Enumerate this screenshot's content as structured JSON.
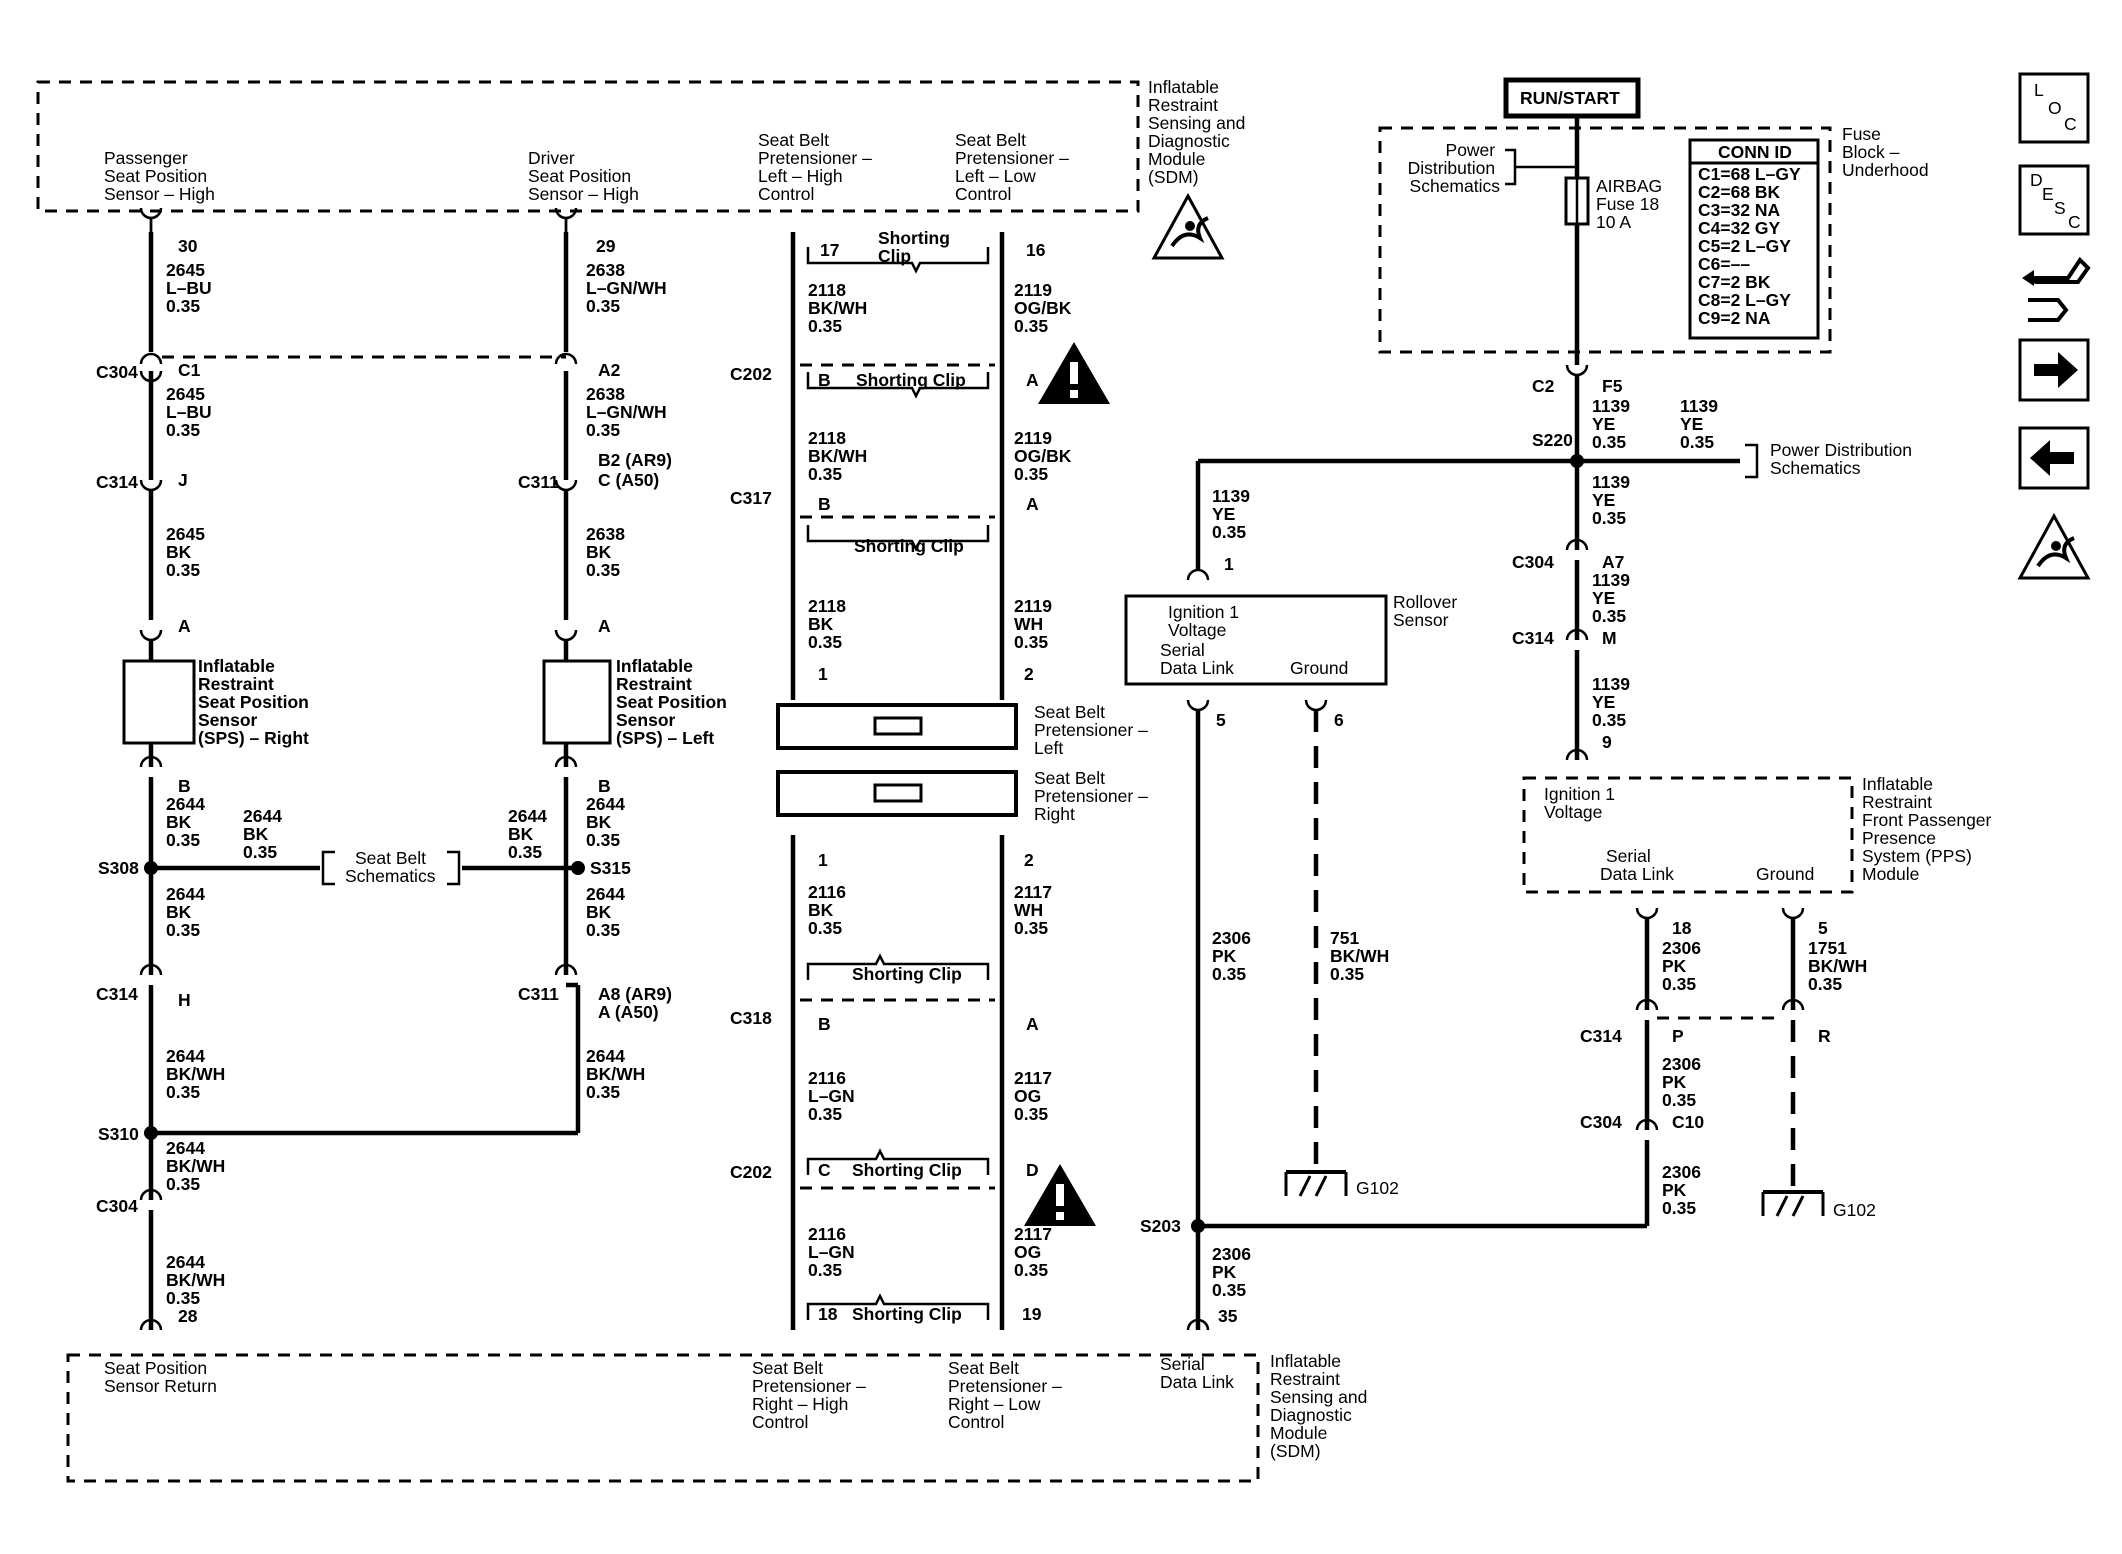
{
  "sdm_top": {
    "title_lines": [
      "Inflatable",
      "Restraint",
      "Sensing and",
      "Diagnostic",
      "Module",
      "(SDM)"
    ],
    "pins": [
      {
        "lines": [
          "Passenger",
          "Seat Position",
          "Sensor – High"
        ]
      },
      {
        "lines": [
          "Driver",
          "Seat Position",
          "Sensor – High"
        ]
      },
      {
        "lines": [
          "Seat Belt",
          "Pretensioner –",
          "Left – High",
          "Control"
        ]
      },
      {
        "lines": [
          "Seat Belt",
          "Pretensioner –",
          "Left – Low",
          "Control"
        ]
      }
    ]
  },
  "sdm_bottom": {
    "title_lines": [
      "Inflatable",
      "Restraint",
      "Sensing and",
      "Diagnostic",
      "Module",
      "(SDM)"
    ],
    "pins": [
      {
        "lines": [
          "Seat Position",
          "Sensor Return"
        ]
      },
      {
        "lines": [
          "Seat Belt",
          "Pretensioner –",
          "Right – High",
          "Control"
        ]
      },
      {
        "lines": [
          "Seat Belt",
          "Pretensioner –",
          "Right – Low",
          "Control"
        ]
      },
      {
        "lines": [
          "Serial",
          "Data Link"
        ]
      }
    ]
  },
  "run_start": "RUN/START",
  "fuse_block": {
    "title_lines": [
      "Fuse",
      "Block –",
      "Underhood"
    ],
    "power_dist_lines": [
      "Power",
      "Distribution",
      "Schematics"
    ],
    "fuse_lines": [
      "AIRBAG",
      "Fuse 18",
      "10 A"
    ],
    "conn_id": {
      "title": "CONN ID",
      "rows": [
        "C1=68 L–GY",
        "C2=68 BK",
        "C3=32 NA",
        "C4=32 GY",
        "C5=2 L–GY",
        "C6=––",
        "C7=2 BK",
        "C8=2 L–GY",
        "C9=2 NA"
      ]
    }
  },
  "sps_right": [
    "Inflatable",
    "Restraint",
    "Seat Position",
    "Sensor",
    "(SPS) – Right"
  ],
  "sps_left": [
    "Inflatable",
    "Restraint",
    "Seat Position",
    "Sensor",
    "(SPS) – Left"
  ],
  "seat_belt_schematics": [
    "Seat Belt",
    "Schematics"
  ],
  "pretensioner_left": [
    "Seat Belt",
    "Pretensioner –",
    "Left"
  ],
  "pretensioner_right": [
    "Seat Belt",
    "Pretensioner –",
    "Right"
  ],
  "rollover": {
    "title_lines": [
      "Rollover",
      "Sensor"
    ],
    "inner": [
      "Ignition 1",
      "Voltage",
      "Serial",
      "Data Link",
      "Ground"
    ]
  },
  "pps": {
    "title_lines": [
      "Inflatable",
      "Restraint",
      "Front Passenger",
      "Presence",
      "System (PPS)",
      "Module"
    ],
    "inner": [
      "Ignition 1",
      "Voltage",
      "Serial",
      "Data Link",
      "Ground"
    ]
  },
  "power_distribution_right": [
    "Power Distribution",
    "Schematics"
  ],
  "shorting_clip": "Shorting Clip",
  "shorting_clip_top": [
    "Shorting",
    "Clip"
  ],
  "grounds": [
    "G102",
    "G102"
  ],
  "wire_labels": [
    {
      "key": "w1",
      "lines": [
        "30",
        "2645",
        "L–BU",
        "0.35"
      ]
    },
    {
      "key": "w2",
      "lines": [
        "29",
        "2638",
        "L–GN/WH",
        "0.35"
      ]
    },
    {
      "key": "w3",
      "lines": [
        "C1",
        "2645",
        "L–BU",
        "0.35"
      ]
    },
    {
      "key": "w4",
      "lines": [
        "A2",
        "2638",
        "L–GN/WH",
        "0.35",
        "B2 (AR9)"
      ]
    },
    {
      "key": "w5",
      "lines": [
        "J",
        "2645",
        "BK",
        "0.35"
      ]
    },
    {
      "key": "w6",
      "lines": [
        "C (A50)",
        "2638",
        "BK",
        "0.35"
      ]
    },
    {
      "key": "w7",
      "lines": [
        "2644",
        "BK",
        "0.35"
      ]
    },
    {
      "key": "w8",
      "lines": [
        "2644",
        "BK",
        "0.35"
      ]
    },
    {
      "key": "w9",
      "lines": [
        "2644",
        "BK",
        "0.35"
      ]
    },
    {
      "key": "w10",
      "lines": [
        "2644",
        "BK",
        "0.35"
      ]
    },
    {
      "key": "w11",
      "lines": [
        "2644",
        "BK",
        "0.35"
      ]
    },
    {
      "key": "w12",
      "lines": [
        "2644",
        "BK",
        "0.35"
      ]
    },
    {
      "key": "w13",
      "lines": [
        "2644",
        "BK/WH",
        "0.35"
      ]
    },
    {
      "key": "w14",
      "lines": [
        "A8 (AR9)",
        "A (A50)"
      ]
    },
    {
      "key": "w15",
      "lines": [
        "2644",
        "BK/WH",
        "0.35"
      ]
    },
    {
      "key": "w16",
      "lines": [
        "2644",
        "BK/WH",
        "0.35"
      ]
    },
    {
      "key": "w17",
      "lines": [
        "2644",
        "BK/WH",
        "0.35",
        "28"
      ]
    },
    {
      "key": "w18",
      "lines": [
        "2118",
        "BK/WH",
        "0.35"
      ]
    },
    {
      "key": "w19",
      "lines": [
        "2119",
        "OG/BK",
        "0.35"
      ]
    },
    {
      "key": "w20",
      "lines": [
        "2118",
        "BK/WH",
        "0.35"
      ]
    },
    {
      "key": "w21",
      "lines": [
        "2119",
        "OG/BK",
        "0.35"
      ]
    },
    {
      "key": "w22",
      "lines": [
        "2118",
        "BK",
        "0.35"
      ]
    },
    {
      "key": "w23",
      "lines": [
        "2119",
        "WH",
        "0.35"
      ]
    },
    {
      "key": "w24",
      "lines": [
        "2116",
        "BK",
        "0.35"
      ]
    },
    {
      "key": "w25",
      "lines": [
        "2117",
        "WH",
        "0.35"
      ]
    },
    {
      "key": "w26",
      "lines": [
        "2116",
        "L–GN",
        "0.35"
      ]
    },
    {
      "key": "w27",
      "lines": [
        "2117",
        "OG",
        "0.35"
      ]
    },
    {
      "key": "w28",
      "lines": [
        "2116",
        "L–GN",
        "0.35"
      ]
    },
    {
      "key": "w29",
      "lines": [
        "2117",
        "OG",
        "0.35"
      ]
    },
    {
      "key": "w30",
      "lines": [
        "F5",
        "1139",
        "YE",
        "0.35"
      ]
    },
    {
      "key": "w31",
      "lines": [
        "1139",
        "YE",
        "0.35"
      ]
    },
    {
      "key": "w32",
      "lines": [
        "1139",
        "YE",
        "0.35"
      ]
    },
    {
      "key": "w33",
      "lines": [
        "1139",
        "YE",
        "0.35"
      ]
    },
    {
      "key": "w34",
      "lines": [
        "A7",
        "1139",
        "YE",
        "0.35",
        "M"
      ]
    },
    {
      "key": "w35",
      "lines": [
        "1139",
        "YE",
        "0.35",
        "9"
      ]
    },
    {
      "key": "w36",
      "lines": [
        "2306",
        "PK",
        "0.35"
      ]
    },
    {
      "key": "w37",
      "lines": [
        "751",
        "BK/WH",
        "0.35"
      ]
    },
    {
      "key": "w38",
      "lines": [
        "2306",
        "PK",
        "0.35"
      ]
    },
    {
      "key": "w39",
      "lines": [
        "18",
        "2306",
        "PK",
        "0.35"
      ]
    },
    {
      "key": "w40",
      "lines": [
        "5",
        "1751",
        "BK/WH",
        "0.35"
      ]
    },
    {
      "key": "w41",
      "lines": [
        "P",
        "2306",
        "PK",
        "0.35"
      ]
    },
    {
      "key": "w42",
      "lines": [
        "C10"
      ]
    },
    {
      "key": "w43",
      "lines": [
        "2306",
        "PK",
        "0.35"
      ]
    }
  ],
  "conn_names": [
    "C304",
    "C314",
    "C311",
    "C314",
    "C311",
    "C304",
    "C202",
    "C317",
    "C318",
    "C202",
    "C2",
    "C304",
    "C314",
    "C314",
    "C304"
  ],
  "splices": [
    "S308",
    "S315",
    "S310",
    "S220",
    "S203"
  ],
  "pins": [
    "A",
    "A",
    "B",
    "B",
    "H",
    "17",
    "16",
    "B",
    "A",
    "B",
    "A",
    "1",
    "2",
    "1",
    "2",
    "B",
    "A",
    "C",
    "D",
    "18",
    "19",
    "1",
    "5",
    "6",
    "35",
    "R"
  ],
  "side_icons": [
    "loc-icon",
    "desc-icon",
    "connector-icon",
    "next-arrow-icon",
    "prev-arrow-icon",
    "sdm-icon"
  ],
  "side_text": {
    "loc": [
      "L",
      "O",
      "C"
    ],
    "desc": [
      "D",
      "E",
      "S",
      "C"
    ]
  }
}
